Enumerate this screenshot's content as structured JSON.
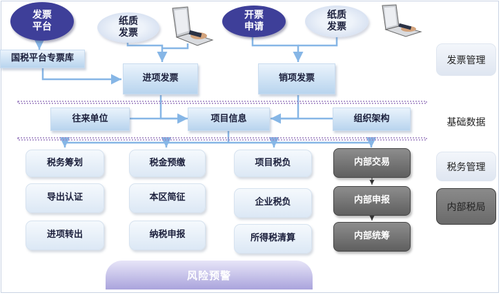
{
  "top": {
    "invoice_platform": "发票\n平台",
    "paper_invoice_left": "纸质\n发票",
    "issue_request": "开票\n申请",
    "paper_invoice_right": "纸质\n发票",
    "tax_platform_db": "国税平台专票库",
    "input_invoice": "进项发票",
    "output_invoice": "销项发票"
  },
  "basic": {
    "counterparty": "往来单位",
    "project_info": "项目信息",
    "org_structure": "组织架构"
  },
  "columns": {
    "col1": [
      "税务筹划",
      "导出认证",
      "进项转出"
    ],
    "col2": [
      "税金预缴",
      "本区简征",
      "纳税申报"
    ],
    "col3": [
      "项目税负",
      "企业税负",
      "所得税清算"
    ],
    "col4": [
      "内部交易",
      "内部申报",
      "内部统筹"
    ]
  },
  "risk_warning": "风险预警",
  "categories": {
    "invoice_mgmt": "发票管理",
    "basic_data": "基础数据",
    "tax_mgmt": "税务管理",
    "internal_tax": "内部税局"
  },
  "colors": {
    "accent_dark_oval": "#3e3f99",
    "line_blue": "#86b6e6",
    "divider": "#9b7fbf"
  },
  "icons": [
    "laptop-icon",
    "laptop-icon"
  ]
}
